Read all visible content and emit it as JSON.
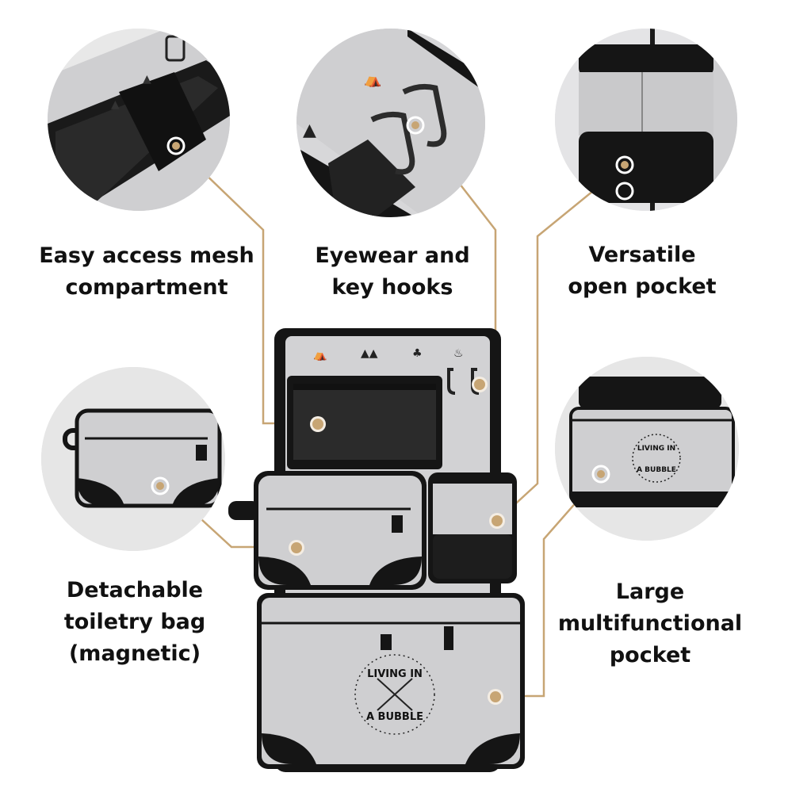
{
  "labels": {
    "mesh": [
      "Easy access mesh",
      "compartment"
    ],
    "hooks": [
      "Eyewear and",
      "key hooks"
    ],
    "pocket": [
      "Versatile",
      "open pocket"
    ],
    "toiletry": [
      "Detachable",
      "toiletry bag",
      "(magnetic)"
    ],
    "large": [
      "Large",
      "multifunctional",
      "pocket"
    ]
  },
  "branding": {
    "logo_line1": "LIVING IN",
    "logo_line2": "A BUBBLE"
  },
  "colors": {
    "accent": "#c7a574",
    "fabric": "#cfcfd1",
    "trim": "#151515",
    "circle_bg": "#e6e6e6"
  }
}
